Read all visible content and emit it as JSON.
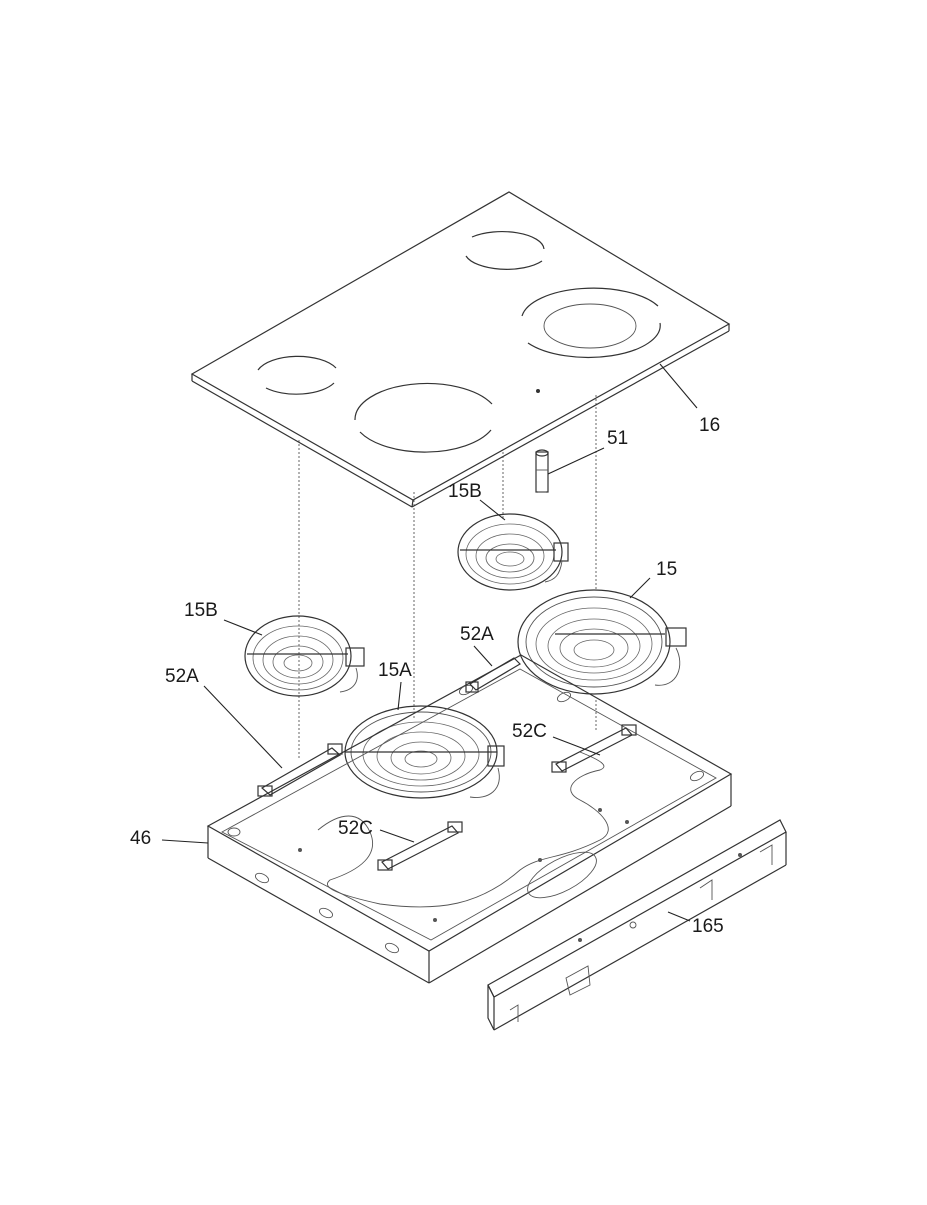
{
  "labels": {
    "cooktop_glass": "16",
    "sensor": "51",
    "element_rear_left_small": "15B",
    "element_left_small": "15B",
    "element_right_large": "15",
    "element_front_large": "15A",
    "bracket_rear": "52A",
    "bracket_left": "52A",
    "bracket_right": "52C",
    "bracket_front": "52C",
    "burner_box": "46",
    "rear_rail": "165"
  }
}
